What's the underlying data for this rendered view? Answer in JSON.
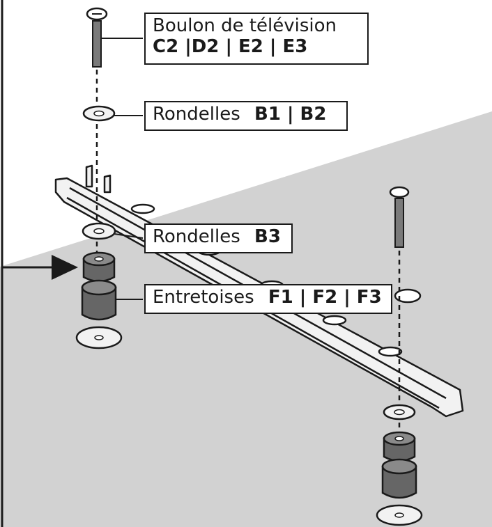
{
  "callouts": {
    "tv_bolt": {
      "label": "Boulon de télévision",
      "codes": "C2 |D2 | E2 | E3"
    },
    "washers_b1_b2": {
      "label": "Rondelles",
      "codes": "B1 | B2"
    },
    "washers_b3": {
      "label": "Rondelles",
      "codes": "B3"
    },
    "spacers": {
      "label": "Entretoises",
      "codes": "F1 | F2 | F3"
    }
  },
  "colors": {
    "background_wall": "#d2d2d2",
    "outline": "#1a1a1a",
    "part_fill": "#f2f2f2",
    "spacer_fill": "#666666"
  }
}
